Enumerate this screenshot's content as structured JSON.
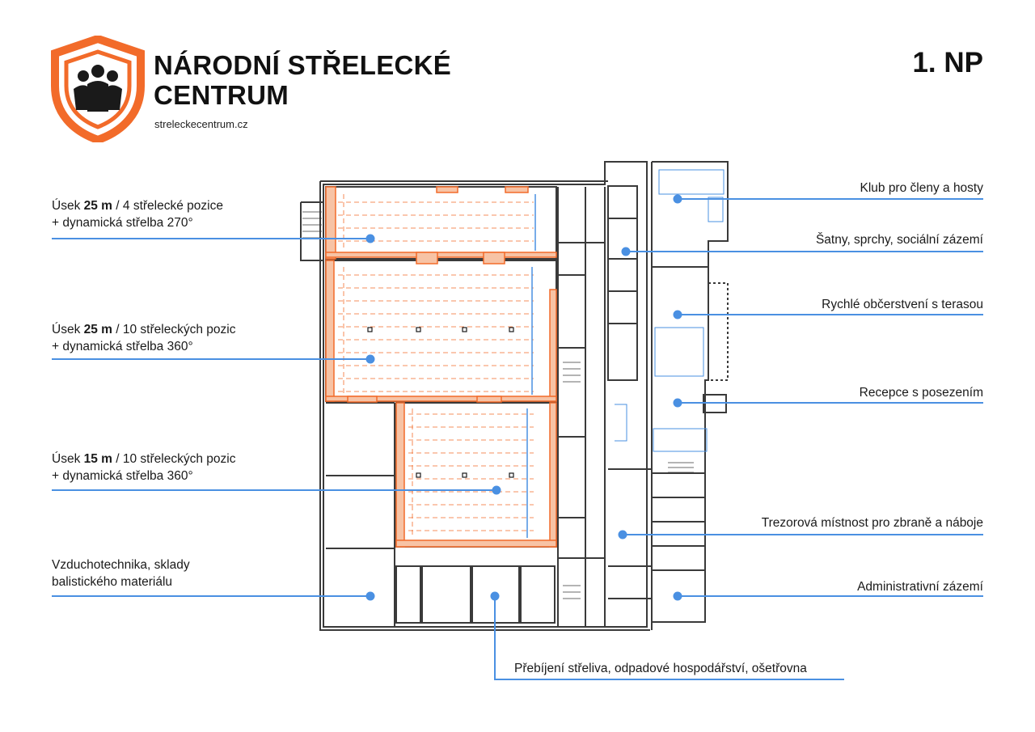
{
  "brand": {
    "title_line1": "NÁRODNÍ STŘELECKÉ",
    "title_line2": "CENTRUM",
    "url": "streleckecentrum.cz",
    "logo_icon": "shield-people-icon"
  },
  "floor_label": "1. NP",
  "colors": {
    "accent_orange": "#f26b2a",
    "callout_blue": "#4a90e2",
    "wall": "#3a3a3a"
  },
  "labels_left": [
    {
      "prefix": "Úsek ",
      "bold": "25 m",
      "suffix": " / 4 střelecké pozice",
      "line2": "+ dynamická střelba 270°"
    },
    {
      "prefix": "Úsek ",
      "bold": "25 m",
      "suffix": " / 10 střeleckých pozic",
      "line2": "+ dynamická střelba 360°"
    },
    {
      "prefix": "Úsek ",
      "bold": "15 m",
      "suffix": " / 10 střeleckých pozic",
      "line2": "+ dynamická střelba 360°"
    },
    {
      "prefix": "",
      "bold": "",
      "suffix": "Vzduchotechnika, sklady",
      "line2": "balistického materiálu"
    }
  ],
  "labels_right": [
    "Klub pro členy a hosty",
    "Šatny, sprchy, sociální zázemí",
    "Rychlé občerstvení s terasou",
    "Recepce s posezením",
    "Trezorová místnost pro zbraně a náboje",
    "Administrativní zázemí"
  ],
  "label_bottom": "Přebíjení střeliva, odpadové hospodářství, ošetřovna"
}
